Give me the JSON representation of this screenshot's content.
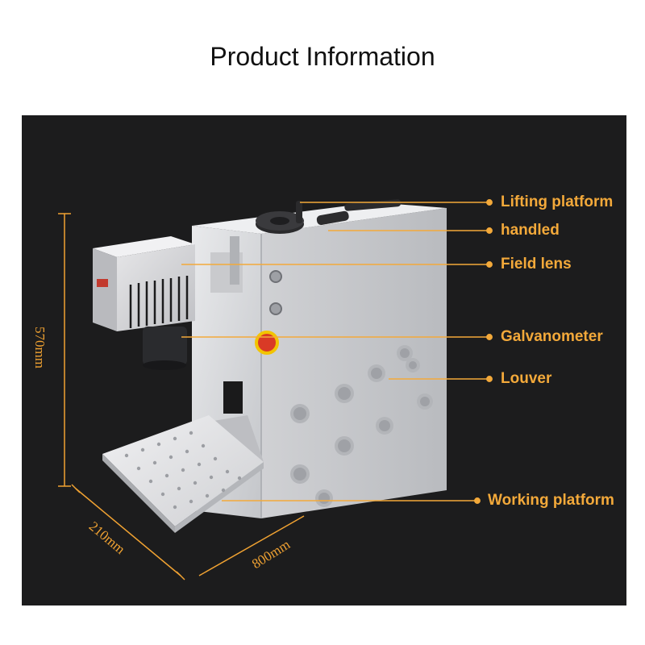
{
  "header": {
    "title": "Product Information"
  },
  "colors": {
    "accent": "#f3a93a",
    "panel_background": "#1c1c1d",
    "page_background": "#ffffff",
    "machine_body": "#d8d9dc"
  },
  "callouts": {
    "lifting_platform": "Lifting platform",
    "handled": "handled",
    "field_lens": "Field lens",
    "galvanometer": "Galvanometer",
    "louver": "Louver",
    "working_platform": "Working platform"
  },
  "dimensions": {
    "height": "570mm",
    "depth": "210mm",
    "width": "800mm"
  }
}
